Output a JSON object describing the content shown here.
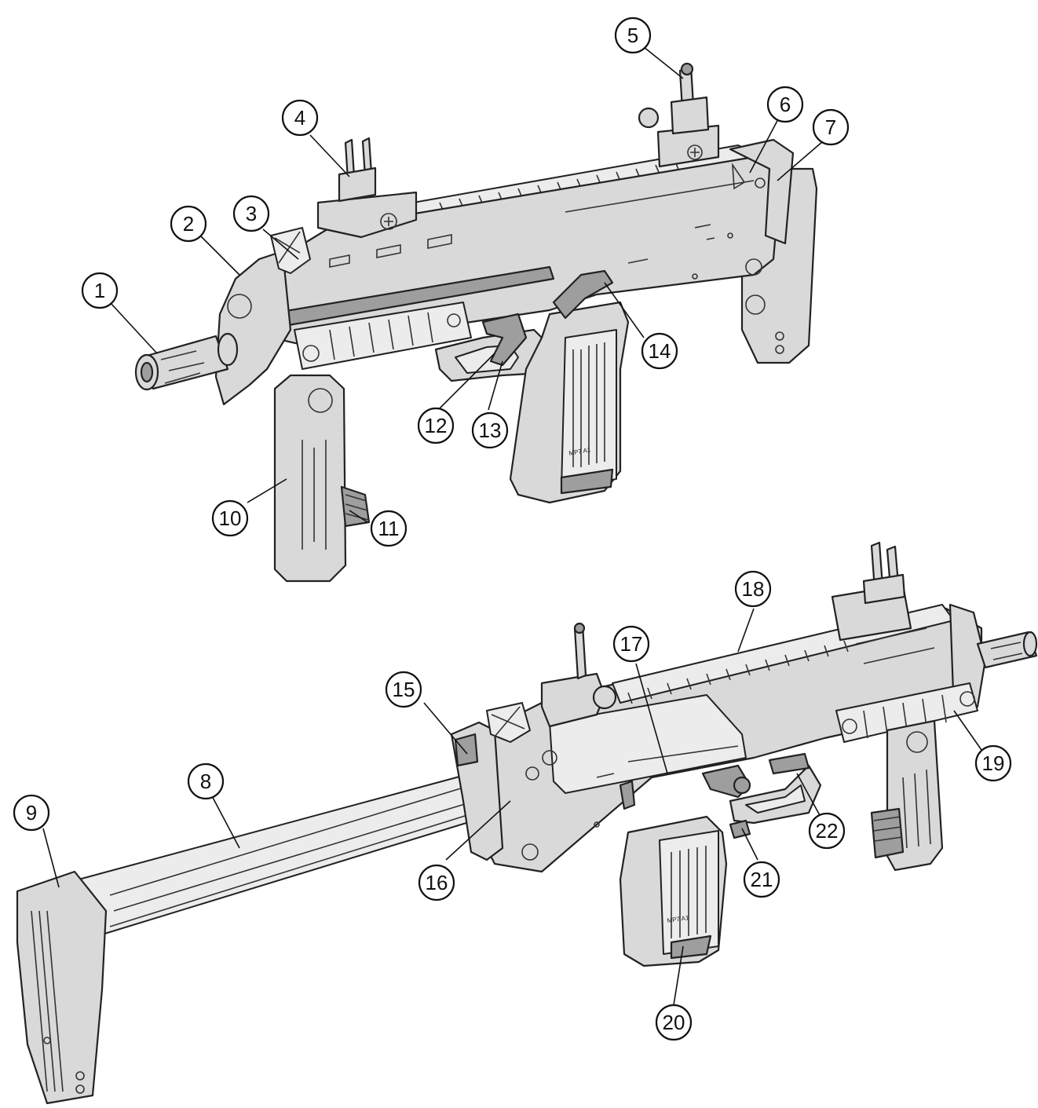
{
  "diagram": {
    "callouts": [
      {
        "id": "1",
        "label": "1"
      },
      {
        "id": "2",
        "label": "2"
      },
      {
        "id": "3",
        "label": "3"
      },
      {
        "id": "4",
        "label": "4"
      },
      {
        "id": "5",
        "label": "5"
      },
      {
        "id": "6",
        "label": "6"
      },
      {
        "id": "7",
        "label": "7"
      },
      {
        "id": "8",
        "label": "8"
      },
      {
        "id": "9",
        "label": "9"
      },
      {
        "id": "10",
        "label": "10"
      },
      {
        "id": "11",
        "label": "11"
      },
      {
        "id": "12",
        "label": "12"
      },
      {
        "id": "13",
        "label": "13"
      },
      {
        "id": "14",
        "label": "14"
      },
      {
        "id": "15",
        "label": "15"
      },
      {
        "id": "16",
        "label": "16"
      },
      {
        "id": "17",
        "label": "17"
      },
      {
        "id": "18",
        "label": "18"
      },
      {
        "id": "19",
        "label": "19"
      },
      {
        "id": "20",
        "label": "20"
      },
      {
        "id": "21",
        "label": "21"
      },
      {
        "id": "22",
        "label": "22"
      }
    ],
    "grip_marking": "MP7 A1",
    "colors": {
      "body": "#d9d9d9",
      "dark": "#9e9e9e",
      "outline": "#222222"
    }
  }
}
